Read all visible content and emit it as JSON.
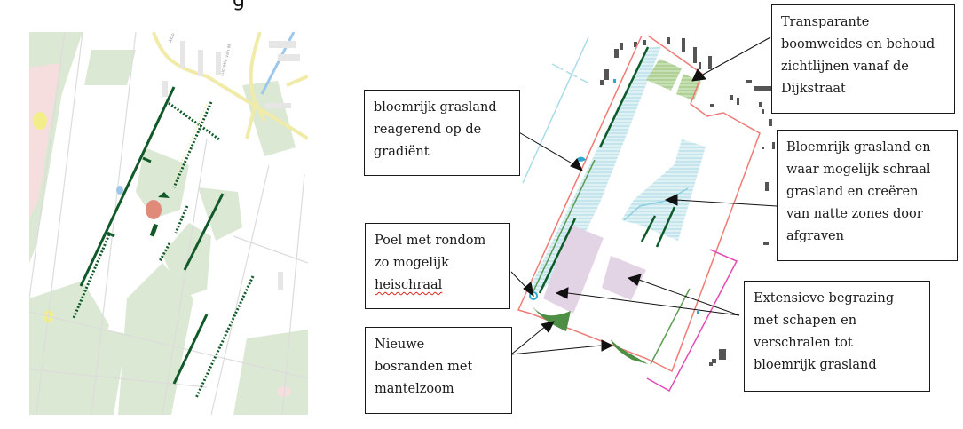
{
  "header": {
    "cropped_title_fragment": "g"
  },
  "left_map": {
    "street_labels": [
      "Aklo",
      "Lucretia van M"
    ],
    "colors": {
      "background": "#ffffff",
      "green_area": "#dbe8d3",
      "pink_area": "#f6dede",
      "road": "#f1ebaa",
      "water": "#9cc7ea",
      "hedge": "#0f5a28",
      "marker": "#e08a7a"
    }
  },
  "right_map": {
    "colors": {
      "boundary": "#ef7b76",
      "boundary_magenta": "#e34bb3",
      "hatch_blue": "#bfe3ea",
      "hatch_green": "#a9cf8d",
      "purple_area": "#e3d4e5",
      "bosrand": "#4e8f45",
      "hedge": "#0f5a28",
      "water": "#2fa8cf",
      "building": "#555555"
    }
  },
  "callouts": {
    "transparante": {
      "lines": [
        "Transparante",
        "boomweides en behoud",
        "zichtlijnen vanaf de",
        "Dijkstraat"
      ]
    },
    "bloemrijk_gradient": {
      "lines": [
        "bloemrijk grasland",
        "reagerend op de",
        "gradiënt"
      ]
    },
    "bloemrijk_natte": {
      "lines": [
        "Bloemrijk grasland en",
        "waar mogelijk schraal",
        "grasland en creëren",
        "van natte zones door",
        "afgraven"
      ]
    },
    "poel": {
      "lines": [
        "Poel met rondom",
        "zo mogelijk",
        "heischraal"
      ]
    },
    "extensieve": {
      "lines": [
        "Extensieve begrazing",
        "met schapen en",
        "verschralen tot",
        "bloemrijk grasland"
      ]
    },
    "bosranden": {
      "lines": [
        "Nieuwe",
        "bosranden met",
        "mantelzoom"
      ]
    }
  }
}
